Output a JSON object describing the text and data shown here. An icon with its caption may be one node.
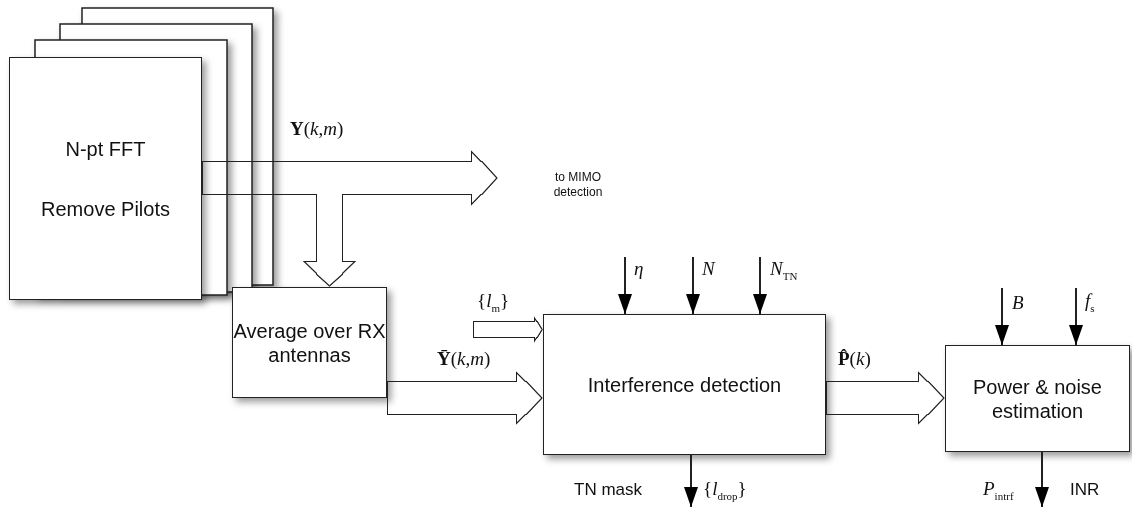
{
  "diagram": {
    "nodes": [
      {
        "text": [
          "N-pt FFT",
          "Remove Pilots"
        ]
      },
      {
        "text": [
          "to MIMO detection"
        ]
      },
      {
        "text": [
          "Average over RX antennas"
        ]
      },
      {
        "text": [
          "Interference detection"
        ]
      },
      {
        "text": [
          "Power & noise estimation"
        ]
      }
    ],
    "edges": [
      {
        "from": 0,
        "to": 1,
        "arrow": "to",
        "style": "thick",
        "label": "**Y**(*k*,*m*)"
      },
      {
        "from": 0,
        "to": 2,
        "arrow": "to",
        "style": "thick"
      },
      {
        "from": 2,
        "to": 3,
        "arrow": "to",
        "style": "thick",
        "label": "**Ȳ**(*k*,*m*)"
      },
      {
        "from": null,
        "to": 3,
        "arrow": "to",
        "style": "thick",
        "label": "{*l*$_{m}$}"
      },
      {
        "from": null,
        "to": 3,
        "arrow": "to",
        "label": "*η*"
      },
      {
        "from": null,
        "to": 3,
        "arrow": "to",
        "label": "*N*"
      },
      {
        "from": null,
        "to": 3,
        "arrow": "to",
        "label": "*N*$_{TN}$"
      },
      {
        "from": 3,
        "to": null,
        "arrow": "to",
        "label": "{*l*$_{drop}$}"
      },
      {
        "from": 3,
        "to": 4,
        "arrow": "to",
        "style": "thick",
        "label": "**P̂**(*k*)"
      },
      {
        "from": null,
        "to": 4,
        "arrow": "to",
        "label": "*B*"
      },
      {
        "from": null,
        "to": 4,
        "arrow": "to",
        "label": "*f*$_{s}$"
      },
      {
        "from": 4,
        "to": null,
        "arrow": "to",
        "label": "*P*$_{intrf}$"
      }
    ],
    "labels": [
      "TN mask",
      "INR"
    ]
  }
}
